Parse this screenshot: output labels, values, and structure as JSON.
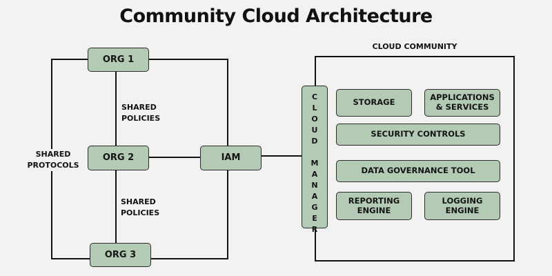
{
  "title": "Community Cloud Architecture",
  "nodes": {
    "org1": "ORG 1",
    "org2": "ORG 2",
    "org3": "ORG 3",
    "iam": "IAM",
    "cloud_manager": "CLOUD MANAGER"
  },
  "labels": {
    "shared_policies_top": [
      "SHARED",
      "POLICIES"
    ],
    "shared_policies_bottom": [
      "SHARED",
      "POLICIES"
    ],
    "shared_protocols": [
      "SHARED",
      "PROTOCOLS"
    ],
    "cloud_community": "CLOUD COMMUNITY"
  },
  "cloud_community": {
    "components": {
      "storage": "STORAGE",
      "applications_1": "APPLICATIONS",
      "applications_2": "& SERVICES",
      "security_controls": "SECURITY CONTROLS",
      "data_governance": "DATA GOVERNANCE TOOL",
      "reporting_1": "REPORTING",
      "reporting_2": "ENGINE",
      "logging_1": "LOGGING",
      "logging_2": "ENGINE"
    }
  },
  "colors": {
    "node_fill": "#b3cab4",
    "line": "#111111",
    "background": "#f2f2f2"
  }
}
